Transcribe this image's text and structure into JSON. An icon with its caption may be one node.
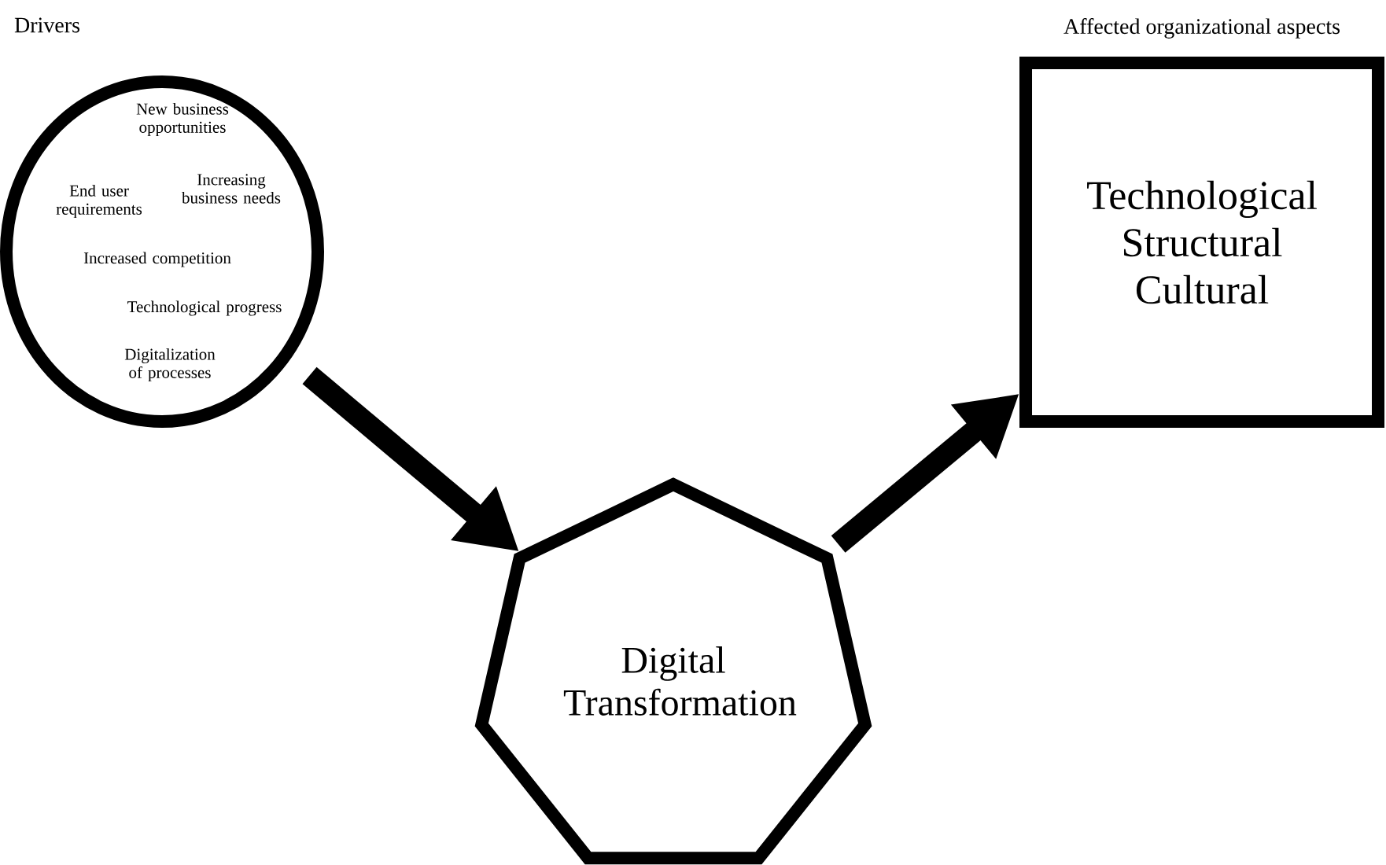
{
  "diagram": {
    "nodes": [
      {
        "text": [
          "Drivers",
          "New business opportunities",
          "Increasing business needs",
          "End user requirements",
          "Increased competition",
          "Technological progress",
          "Digitalization of processes"
        ]
      },
      {
        "text": [
          "Digital Transformation"
        ]
      },
      {
        "text": [
          "Affected organizational aspects",
          "Technological Structural Cultural"
        ]
      }
    ],
    "edges": [
      {
        "from": 0,
        "to": 1,
        "arrow": "to"
      },
      {
        "from": 1,
        "to": 2,
        "arrow": "to"
      }
    ]
  }
}
